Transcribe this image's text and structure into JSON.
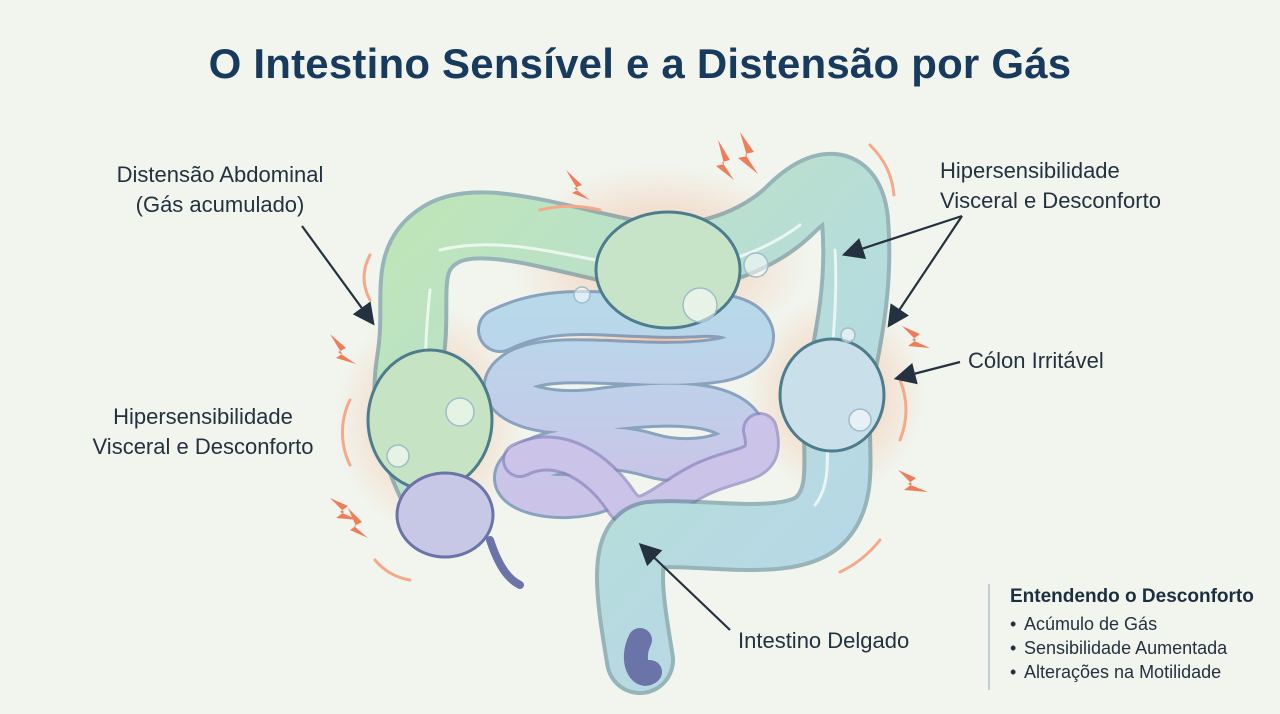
{
  "title": "O Intestino Sensível e a Distensão por Gás",
  "labels": {
    "distensao": [
      "Distensão Abdominal",
      "(Gás acumulado)"
    ],
    "hiper_left": [
      "Hipersensibilidade",
      "Visceral e Desconforto"
    ],
    "hiper_right": [
      "Hipersensibilidade",
      "Visceral e Desconforto"
    ],
    "colon": "Cólon Irritável",
    "delgado": "Intestino Delgado"
  },
  "legend": {
    "title": "Entendendo o Desconforto",
    "items": [
      "Acúmulo de Gás",
      "Sensibilidade Aumentada",
      "Alterações na Motilidade"
    ]
  },
  "colors": {
    "title": "#183a5c",
    "colon_green": "#b9e2b4",
    "colon_blue": "#b9d9ea",
    "small_intestine_purple": "#c9c3e6",
    "pain_glow": "#f7a27a",
    "arrow": "#24313f"
  },
  "icons": [
    "lightning-icon",
    "gas-bubble-icon",
    "arrow-icon"
  ]
}
